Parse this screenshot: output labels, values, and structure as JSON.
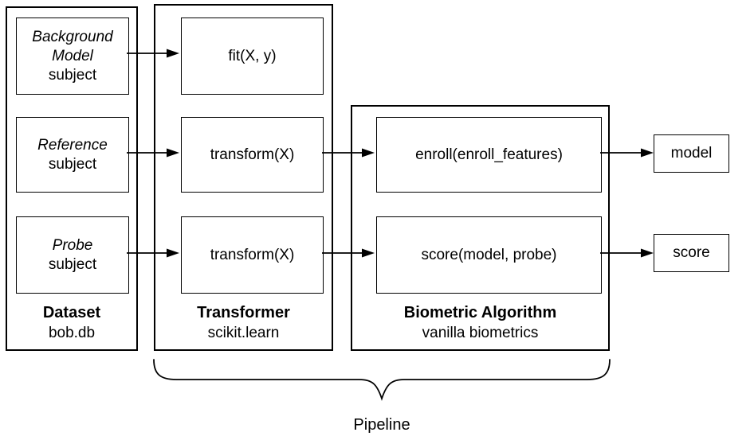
{
  "diagram": {
    "dataset": {
      "title": "Dataset",
      "subtitle": "bob.db",
      "items": [
        {
          "name": "Background Model",
          "type": "subject"
        },
        {
          "name": "Reference",
          "type": "subject"
        },
        {
          "name": "Probe",
          "type": "subject"
        }
      ]
    },
    "transformer": {
      "title": "Transformer",
      "subtitle": "scikit.learn",
      "methods": [
        "fit(X, y)",
        "transform(X)",
        "transform(X)"
      ]
    },
    "biometric": {
      "title": "Biometric Algorithm",
      "subtitle": "vanilla biometrics",
      "methods": [
        "enroll(enroll_features)",
        "score(model, probe)"
      ]
    },
    "outputs": [
      "model",
      "score"
    ],
    "pipeline_label": "Pipeline",
    "colors": {
      "line": "#000000",
      "background": "#ffffff",
      "text": "#000000"
    }
  }
}
